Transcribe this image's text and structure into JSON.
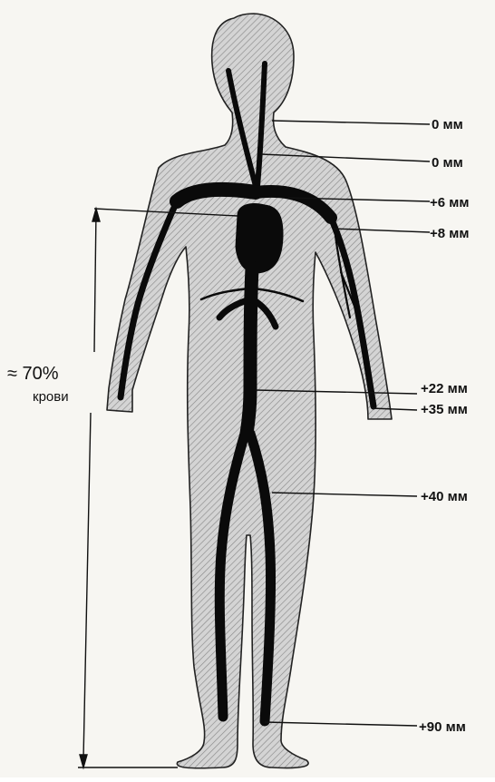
{
  "figure": {
    "pressure_labels": [
      "0 мм",
      "0 мм",
      "+6 мм",
      "+8 мм",
      "+22 мм",
      "+35 мм",
      "+40 мм",
      "+90 мм"
    ],
    "blood_share": "≈ 70%",
    "blood_word": "крови"
  }
}
